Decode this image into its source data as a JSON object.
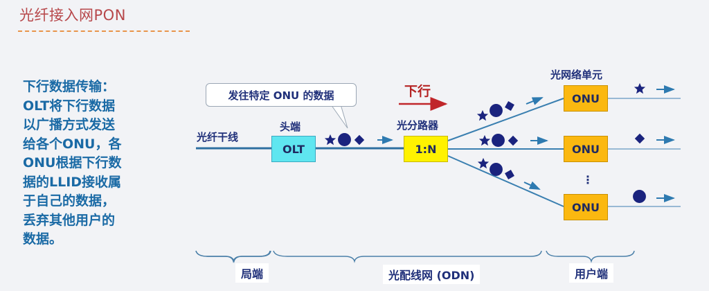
{
  "slide": {
    "title": "光纤接入网PON",
    "description_lines": [
      "下行数据传输：",
      "OLT将下行数据",
      "以广播方式发送",
      "给各个ONU，各",
      "ONU根据下行数",
      "据的LLID接收属",
      "于自己的数据，",
      "丢弃其他用户的",
      "数据。"
    ]
  },
  "diagram": {
    "trunk_label": "光纤干线",
    "headend_label": "头端",
    "olt_label": "OLT",
    "callout_text": "发往特定 ONU 的数据",
    "direction_label": "下行",
    "splitter_title": "光分路器",
    "splitter_label": "1:N",
    "onu_title": "光网络单元",
    "onu_labels": [
      "ONU",
      "ONU",
      "ONU"
    ],
    "ellipsis": "⋮",
    "broadcast_symbols": [
      "star",
      "circle",
      "diamond"
    ],
    "onu_received_symbols": [
      "star",
      "diamond",
      "circle"
    ],
    "segments": [
      "局端",
      "光配线网 (ODN)",
      "用户端"
    ],
    "colors": {
      "title": "#b7474a",
      "description": "#1a6aa5",
      "label": "#20307a",
      "fiber": "#2e6fa0",
      "olt": "#5fe6f0",
      "splitter": "#fff200",
      "onu": "#fbb810",
      "downlink_arrow": "#c0262a",
      "symbol": "#1a237e"
    }
  }
}
